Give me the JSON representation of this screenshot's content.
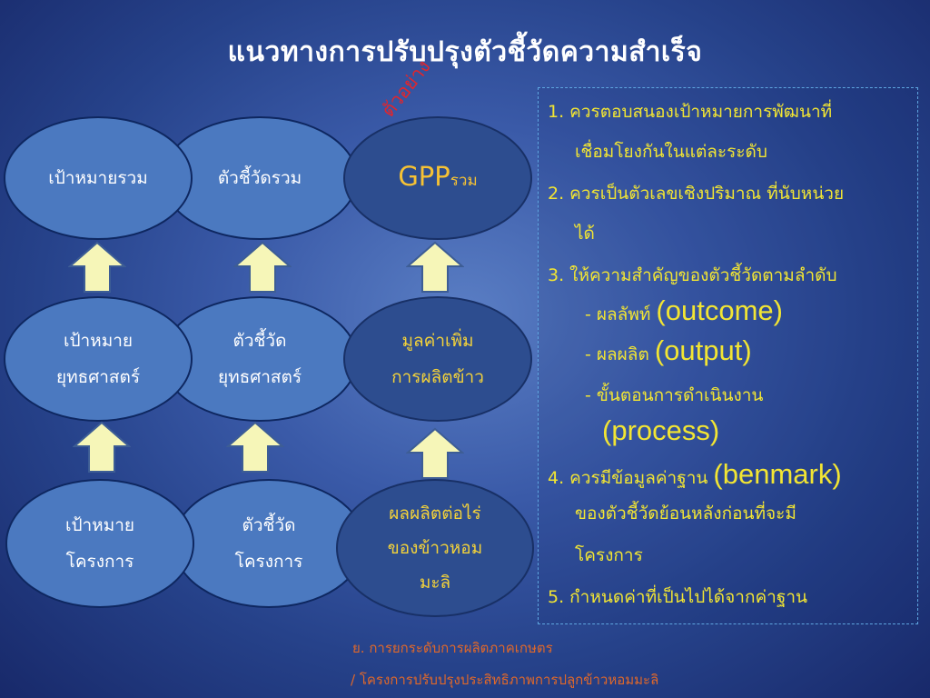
{
  "title": "แนวทางการปรับปรุงตัวชี้วัดความสำเร็จ",
  "stamp": "ตัวอย่าง",
  "diagram": {
    "row1": {
      "left": "เป้าหมายรวม",
      "mid": "ตัวชี้วัดรวม",
      "right_main": "GPP",
      "right_sub": "รวม"
    },
    "row2": {
      "left": [
        "เป้าหมาย",
        "ยุทธศาสตร์"
      ],
      "mid": [
        "ตัวชี้วัด",
        "ยุทธศาสตร์"
      ],
      "right": [
        "มูลค่าเพิ่ม",
        "การผลิตข้าว"
      ]
    },
    "row3": {
      "left": [
        "เป้าหมาย",
        "โครงการ"
      ],
      "mid": [
        "ตัวชี้วัด",
        "โครงการ"
      ],
      "right": [
        "ผลผลิตต่อไร่",
        "ของข้าวหอม",
        "มะลิ"
      ]
    }
  },
  "criteria": {
    "l1a": "1. ควรตอบสนองเป้าหมายการพัฒนาที่",
    "l1b": "เชื่อมโยงกันในแต่ละระดับ",
    "l2a": "2. ควรเป็นตัวเลขเชิงปริมาณ ที่นับหน่วย",
    "l2b": "ได้",
    "l3a": "3. ให้ความสำคัญของตัวชี้วัดตามลำดับ",
    "l3b_th": "- ผลลัพท์ ",
    "l3b_en": "(outcome)",
    "l3c_th": "- ผลผลิต ",
    "l3c_en": "(output)",
    "l3d": "- ขั้นตอนการดำเนินงาน",
    "l3e_en": "(process)",
    "l4a_th": "4. ควรมีข้อมูลค่าฐาน ",
    "l4a_en": "(benmark)",
    "l4b": "ของตัวชี้วัดย้อนหลังก่อนที่จะมี",
    "l4c": "โครงการ",
    "l5": "5. กำหนดค่าที่เป็นไปได้จากค่าฐาน"
  },
  "footnote": {
    "line1": "ย. การยกระดับการผลิตภาคเกษตร",
    "line2": "/ โครงการปรับปรุงประสิทธิภาพการปลูกข้าวหอมมะลิ"
  },
  "colors": {
    "arrow_fill": "#f6f6b8",
    "criteria_text": "#f2e533",
    "stamp": "#e0262d",
    "footnote": "#e0682a"
  }
}
